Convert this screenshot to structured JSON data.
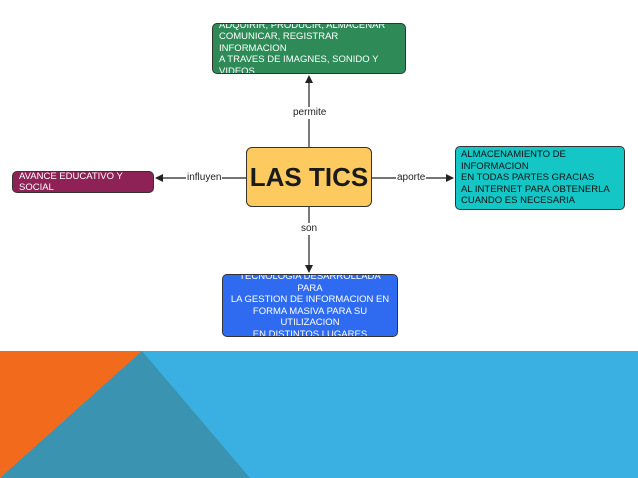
{
  "diagram": {
    "center": {
      "label": "LAS TICS"
    },
    "nodes": {
      "top": {
        "text": "ADQUIRIR, PRODUCIR, ALMACENAR\nCOMUNICAR, REGISTRAR INFORMACION\nA TRAVES DE IMAGNES, SONIDO Y VIDEOS",
        "color": "#2e8b57"
      },
      "right": {
        "text": "ALMACENAMIENTO DE INFORMACION\nEN TODAS PARTES GRACIAS\nAL INTERNET PARA OBTENERLA\nCUANDO ES NECESARIA",
        "color": "#14c6c6"
      },
      "left": {
        "text": "AVANCE EDUCATIVO Y SOCIAL",
        "color": "#8e2256"
      },
      "bottom": {
        "text": "TECNOLOGIA DESARROLLADA PARA\nLA GESTION DE INFORMACION EN\nFORMA MASIVA PARA SU UTILIZACION\nEN DISTINTOS LUGARES",
        "color": "#2f6bf0"
      }
    },
    "links": {
      "top": "permite",
      "left": "influyen",
      "right": "aporte",
      "bottom": "son"
    },
    "center_color": "#fcca5e"
  },
  "footer": {
    "colors": {
      "orange": "#f26b1d",
      "teal": "#3a93b0",
      "blue": "#3ab0e2"
    }
  }
}
